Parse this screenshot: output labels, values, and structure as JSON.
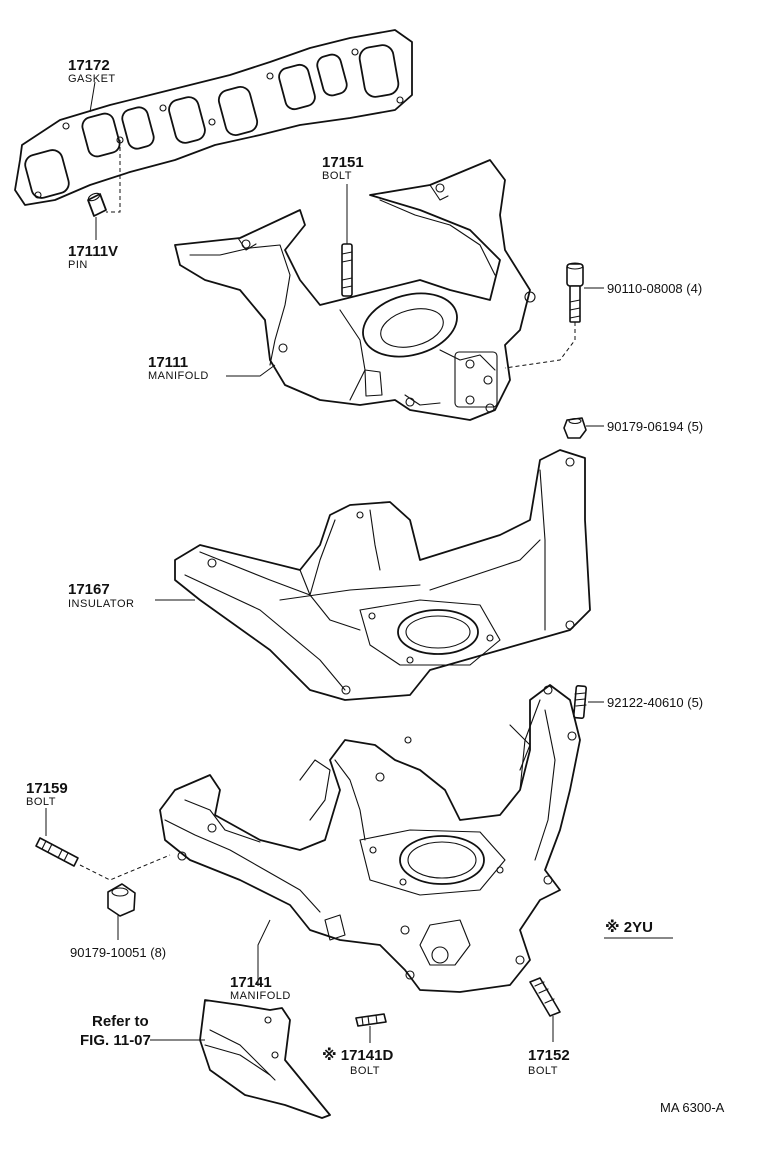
{
  "labels": {
    "gasket": {
      "number": "17172",
      "name": "GASKET"
    },
    "pin": {
      "number": "17111V",
      "name": "PIN"
    },
    "bolt_17151": {
      "number": "17151",
      "name": "BOLT"
    },
    "manifold_17111": {
      "number": "17111",
      "name": "MANIFOLD"
    },
    "bolt_90110": {
      "number": "90110-08008 (4)"
    },
    "nut_90179_06194": {
      "number": "90179-06194 (5)"
    },
    "insulator": {
      "number": "17167",
      "name": "INSULATOR"
    },
    "stud_92122": {
      "number": "92122-40610 (5)"
    },
    "bolt_17159": {
      "number": "17159",
      "name": "BOLT"
    },
    "nut_90179_10051": {
      "number": "90179-10051 (8)"
    },
    "manifold_17141": {
      "number": "17141",
      "name": "MANIFOLD"
    },
    "refer": {
      "line1": "Refer to",
      "line2": "FIG. 11-07"
    },
    "bolt_17141d": {
      "number": "※ 17141D",
      "name": "BOLT"
    },
    "bolt_17152": {
      "number": "17152",
      "name": "BOLT"
    },
    "note_2yu": "※ 2YU",
    "figure_code": "MA  6300-A"
  }
}
